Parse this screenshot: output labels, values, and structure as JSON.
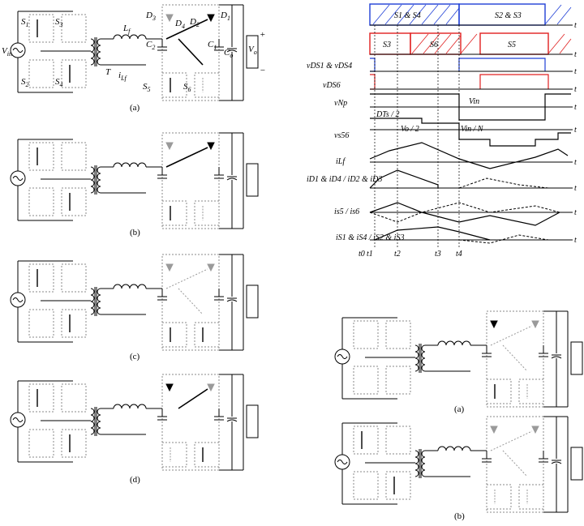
{
  "circuits": [
    {
      "caption": "(a)"
    },
    {
      "caption": "(b)"
    },
    {
      "caption": "(c)"
    },
    {
      "caption": "(d)"
    },
    {
      "caption": "(a)"
    },
    {
      "caption": "(b)"
    }
  ],
  "labels": {
    "vin": "V",
    "vin_sub": "in",
    "vo": "V",
    "vo_sub": "o",
    "lf": "L",
    "lf_sub": "f",
    "ilf": "i",
    "ilf_sub": "Lf",
    "t": "T",
    "s1": "S",
    "s1_sub": "1",
    "s2": "S",
    "s2_sub": "2",
    "s3": "S",
    "s3_sub": "3",
    "s4": "S",
    "s4_sub": "4",
    "s5": "S",
    "s5_sub": "5",
    "s6": "S",
    "s6_sub": "6",
    "d1": "D",
    "d1_sub": "1",
    "d2": "D",
    "d2_sub": "2",
    "d3": "D",
    "d3_sub": "3",
    "d4": "D",
    "d4_sub": "4",
    "c1": "C",
    "c1_sub": "1",
    "c2": "C",
    "c2_sub": "2",
    "co": "C",
    "co_sub": "o",
    "plus": "+",
    "minus": "−"
  },
  "timing": {
    "bars_top": [
      "S1 & S4",
      "S2 & S3"
    ],
    "bars_second": [
      "S3",
      "S6",
      "S5"
    ],
    "rows": [
      "vDS1 & vDS4",
      "vDS6",
      "vNp",
      "vs56",
      "iLf",
      "iD1 & iD4 / iD2 & iD3",
      "is5 / is6",
      "iS1 & iS4 / iS2 & iS3"
    ],
    "annotations": [
      "DTs / 2",
      "Vo / 2",
      "Vin",
      "Vin / N"
    ],
    "time_marks": [
      "t0",
      "t1",
      "t2",
      "t3",
      "t4"
    ],
    "axis": "t"
  },
  "colors": {
    "blue": "#1f3fd6",
    "red": "#e02020",
    "gray": "#999999"
  }
}
